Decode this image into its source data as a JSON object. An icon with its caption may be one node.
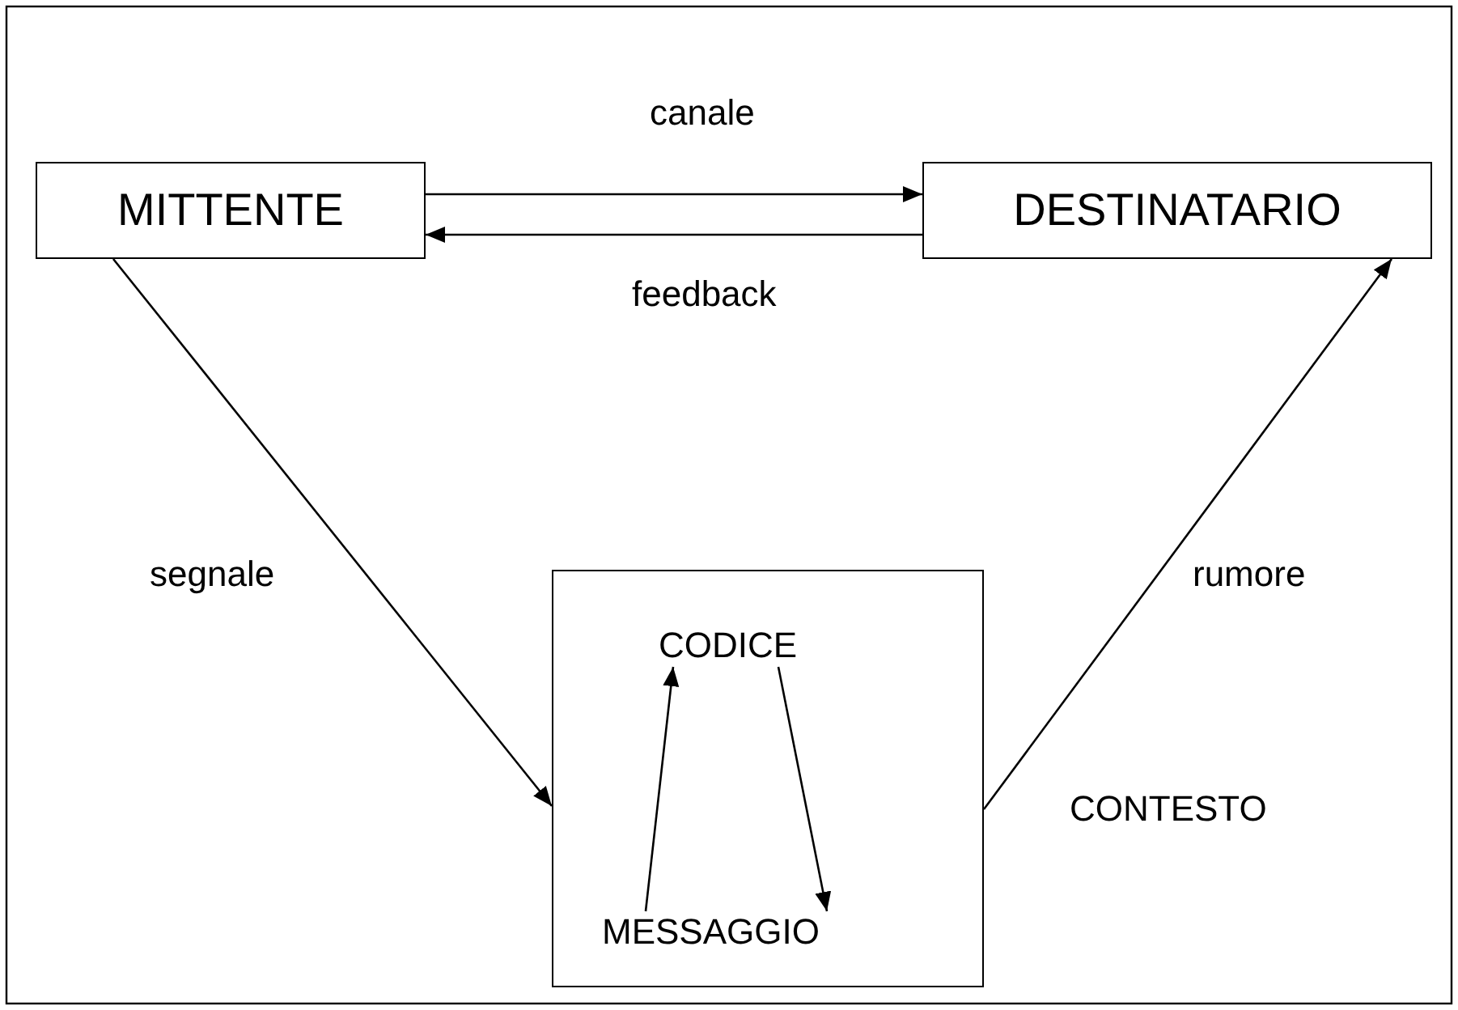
{
  "diagram": {
    "nodes": [
      {
        "text": [
          "MITTENTE"
        ]
      },
      {
        "text": [
          "DESTINATARIO"
        ]
      },
      {
        "text": [],
        "shape": "box"
      },
      {
        "text": [
          "CODICE"
        ],
        "in": 2
      },
      {
        "text": [
          "MESSAGGIO"
        ],
        "in": 2
      }
    ],
    "edges": [
      {
        "from": 0,
        "to": 1,
        "arrow": "to",
        "label": "canale"
      },
      {
        "from": 1,
        "to": 0,
        "arrow": "to",
        "label": "feedback"
      },
      {
        "from": 0,
        "to": 2,
        "arrow": "to",
        "label": "segnale"
      },
      {
        "from": 2,
        "to": 1,
        "arrow": "to",
        "label": "rumore"
      },
      {
        "from": 4,
        "to": 3,
        "arrow": "to"
      },
      {
        "from": 3,
        "to": 4,
        "arrow": "to"
      }
    ],
    "labels": [
      "CONTESTO"
    ]
  }
}
